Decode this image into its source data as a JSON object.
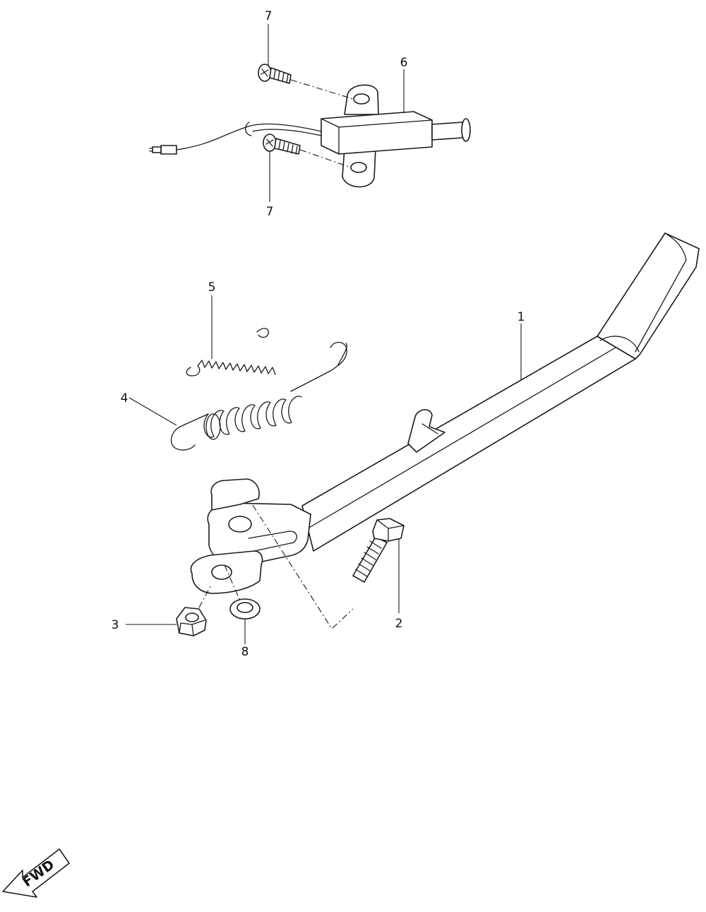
{
  "callouts": {
    "c1": "1",
    "c2": "2",
    "c3": "3",
    "c4": "4",
    "c5": "5",
    "c6": "6",
    "c7a": "7",
    "c7b": "7",
    "c8": "8"
  },
  "fwd_label": "FWD",
  "colors": {
    "line": "#1a1a1a",
    "background": "#ffffff"
  }
}
